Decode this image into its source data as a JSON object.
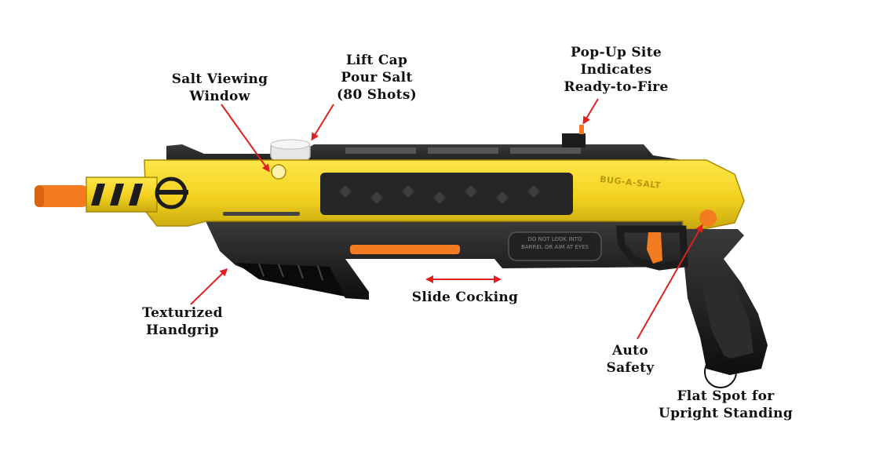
{
  "image": {
    "background": "#ffffff",
    "product": {
      "body_color": "#f2d21e",
      "frame_color": "#1c1c1c",
      "accent_color": "#f47c20",
      "window_color": "#dcdcdc"
    },
    "arrow_color": "#e02020"
  },
  "labels": {
    "salt_viewing_window": [
      "Salt  Viewing",
      "Window"
    ],
    "lift_cap": [
      "Lift Cap",
      "Pour Salt",
      "(80 Shots)"
    ],
    "pop_up_site": [
      "Pop-Up Site",
      "Indicates",
      "Ready-to-Fire"
    ],
    "texturized_handgrip": [
      "Texturized",
      "Handgrip"
    ],
    "slide_cocking": "Slide  Cocking",
    "auto_safety": [
      "Auto",
      "Safety"
    ],
    "flat_spot": [
      "Flat Spot for",
      "Upright Standing"
    ]
  },
  "product_markings": {
    "side_logo": "BUG-A-SALT",
    "barrel_warning": [
      "DO NOT LOOK INTO",
      "BARREL OR AIM AT EYES"
    ]
  }
}
